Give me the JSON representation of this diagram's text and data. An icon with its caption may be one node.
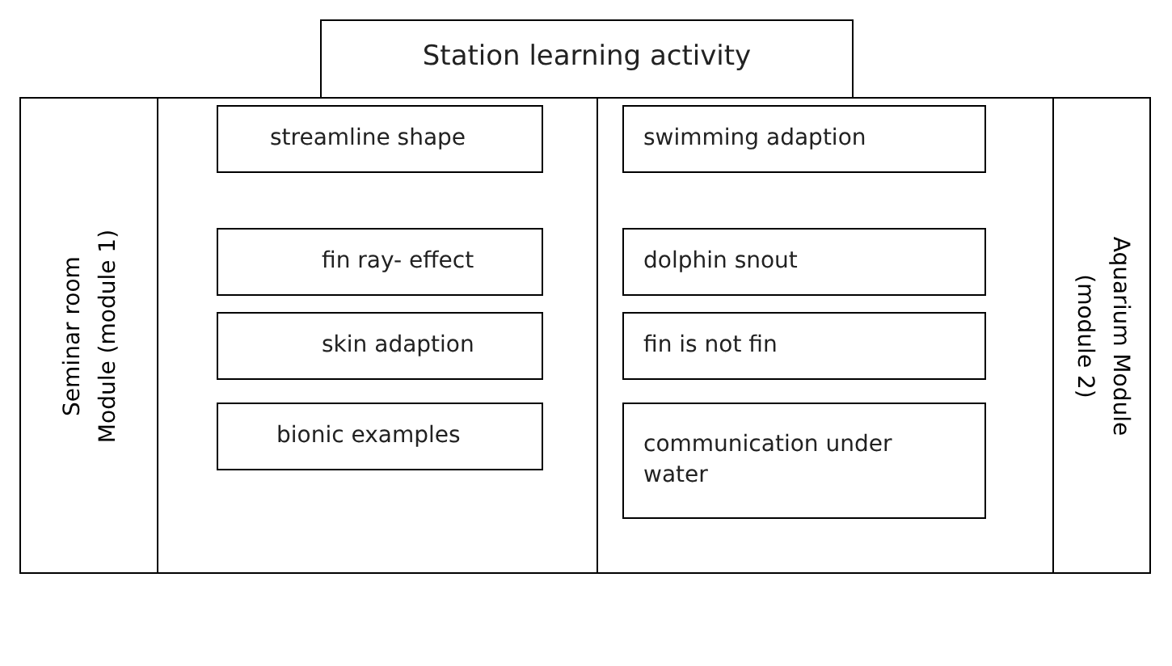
{
  "diagram": {
    "nodes": [
      {
        "text": [
          "Station learning activity"
        ]
      },
      {
        "text": [
          "Seminar room Module (module 1)"
        ]
      },
      {
        "text": [],
        "shape": "box"
      },
      {
        "text": [
          "streamline shape"
        ],
        "in": 2
      },
      {
        "text": [
          "fin ray- effect"
        ],
        "in": 2
      },
      {
        "text": [
          "skin adaption"
        ],
        "in": 2
      },
      {
        "text": [
          "bionic examples"
        ],
        "in": 2
      },
      {
        "text": [],
        "shape": "box"
      },
      {
        "text": [
          "swimming adaption"
        ],
        "in": 7
      },
      {
        "text": [
          "dolphin snout"
        ],
        "in": 7
      },
      {
        "text": [
          "fin is not fin"
        ],
        "in": 7
      },
      {
        "text": [
          "communication under water"
        ],
        "in": 7
      },
      {
        "text": [
          "Aquarium Module (module 2)"
        ]
      }
    ],
    "edges": []
  }
}
